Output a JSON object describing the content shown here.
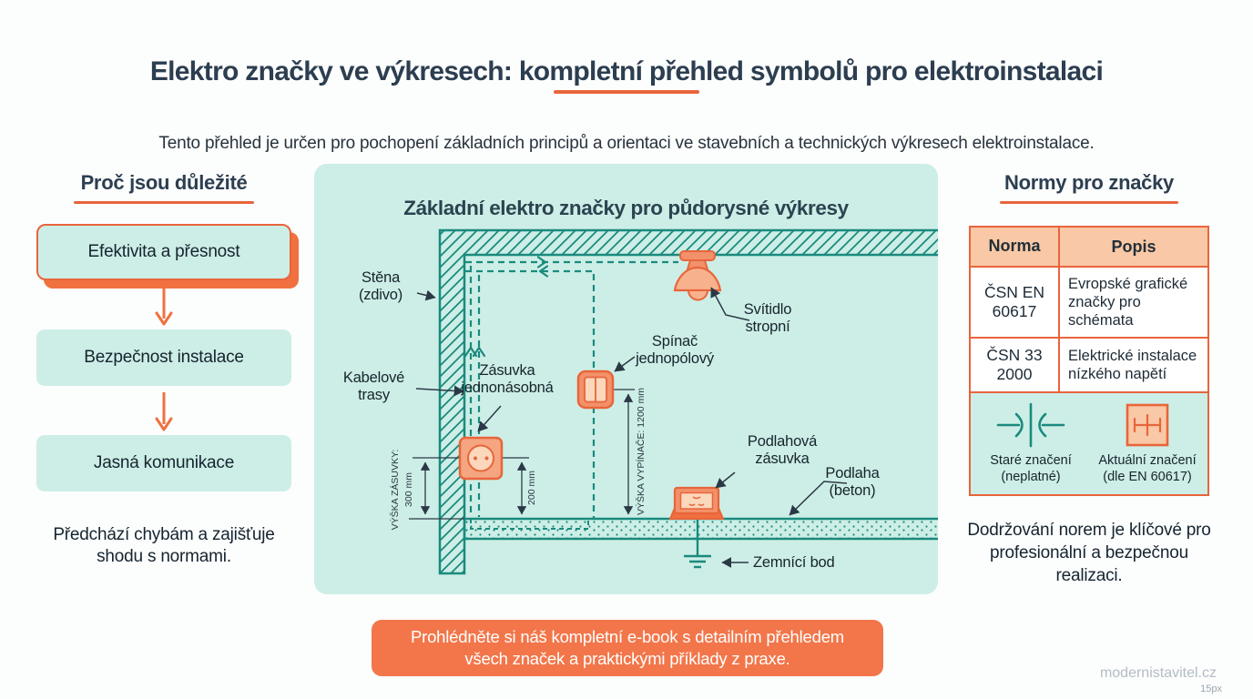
{
  "header": {
    "title": "Elektro značky ve výkresech: kompletní přehled symbolů pro elektroinstalaci",
    "subtitle": "Tento přehled je určen pro pochopení základních principů a orientaci ve stavebních a technických výkresech elektroinstalace."
  },
  "why_section": {
    "heading": "Proč jsou důležité",
    "boxes": [
      "Efektivita a přesnost",
      "Bezpečnost instalace",
      "Jasná komunikace"
    ],
    "note": "Předchází chybám a zajišťuje shodu s normami."
  },
  "diagram_panel": {
    "heading": "Základní elektro značky pro půdorysné výkresy",
    "labels": {
      "wall": {
        "line1": "Stěna",
        "line2": "(zdivo)"
      },
      "cable_routes": {
        "line1": "Kabelové",
        "line2": "trasy"
      },
      "socket": {
        "line1": "Zásuvka",
        "line2": "jednonásobná"
      },
      "switch": {
        "line1": "Spínač",
        "line2": "jednopólový"
      },
      "ceiling_light": {
        "line1": "Svítidlo",
        "line2": "stropní"
      },
      "floor_socket": {
        "line1": "Podlahová",
        "line2": "zásuvka"
      },
      "floor": {
        "line1": "Podlaha",
        "line2": "(beton)"
      },
      "ground_point": "Zemnící bod"
    },
    "dimensions": {
      "socket_height_label": "VÝŠKA ZÁSUVKY:",
      "socket_height_value": "300 mm",
      "socket_offset": "200 mm",
      "switch_height": "VÝŠKA VYPÍNAČE: 1200 mm"
    }
  },
  "norms_section": {
    "heading": "Normy pro značky",
    "table": {
      "headers": [
        "Norma",
        "Popis"
      ],
      "rows": [
        {
          "norma": "ČSN EN 60617",
          "popis": "Evropské grafické značky pro schémata"
        },
        {
          "norma": "ČSN 33 2000",
          "popis": "Elektrické instalace nízkého napětí"
        }
      ],
      "legacy_symbol": {
        "line1": "Staré značení",
        "line2": "(neplatné)"
      },
      "current_symbol": {
        "line1": "Aktuální značení",
        "line2": "(dle EN 60617)"
      }
    },
    "note": "Dodržování norem je klíčové pro profesionální a bezpečnou realizaci."
  },
  "cta": {
    "line1": "Prohlédněte si náš kompletní e-book s detailním přehledem",
    "line2": "všech značek a praktickými příklady z praxe."
  },
  "footer": {
    "watermark": "modernistavitel.cz",
    "size_note": "15px"
  },
  "colors": {
    "accent_orange": "#e8653b",
    "cta_orange": "#f2764a",
    "mint": "#cdeee6",
    "teal": "#1a8a7e",
    "heading_navy": "#2c3e50",
    "peach": "#f9c8a6"
  }
}
